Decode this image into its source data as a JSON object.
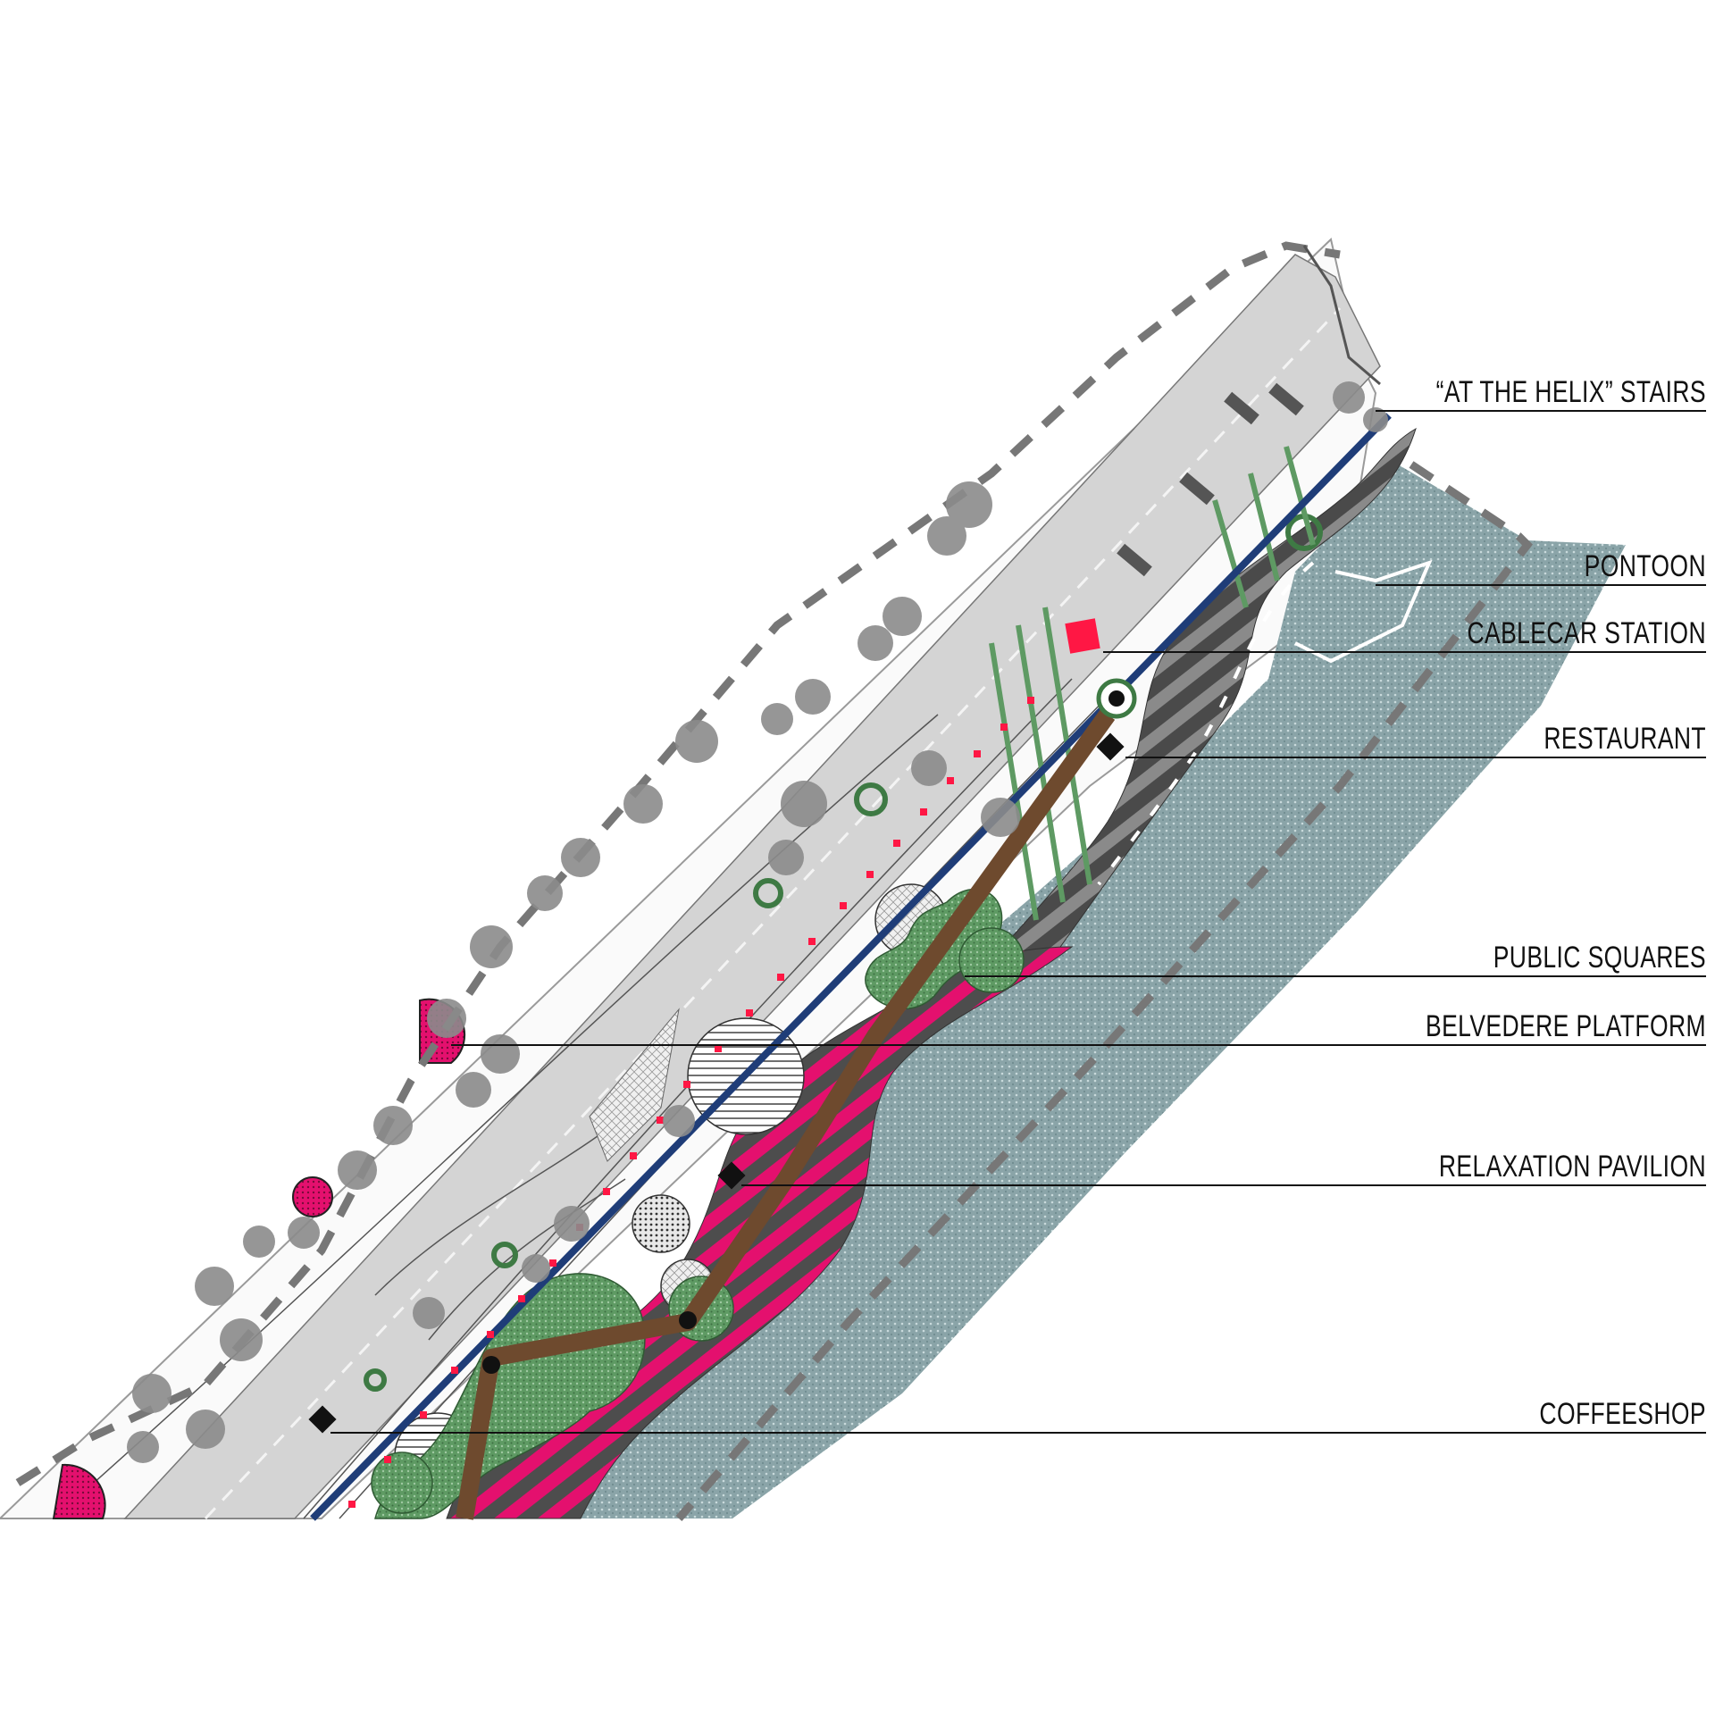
{
  "diagram": {
    "labels": [
      {
        "id": "helix-stairs",
        "text": "“AT THE HELIX” STAIRS"
      },
      {
        "id": "pontoon",
        "text": "PONTOON"
      },
      {
        "id": "cablecar-station",
        "text": "CABLECAR STATION"
      },
      {
        "id": "restaurant",
        "text": "RESTAURANT"
      },
      {
        "id": "public-squares",
        "text": "PUBLIC SQUARES"
      },
      {
        "id": "belvedere-platform",
        "text": "BELVEDERE PLATFORM"
      },
      {
        "id": "relaxation-pavilion",
        "text": "RELAXATION PAVILION"
      },
      {
        "id": "coffeeshop",
        "text": "COFFEESHOP"
      }
    ],
    "colors": {
      "road": "#d4d4d4",
      "river": "#8fa9ad",
      "promenade_dark": "#555555",
      "magenta": "#e4106e",
      "green": "#5e9a63",
      "boardwalk": "#6e4a2e",
      "embankment_line": "#1f3d78",
      "cablecar": "#ff1744"
    }
  }
}
